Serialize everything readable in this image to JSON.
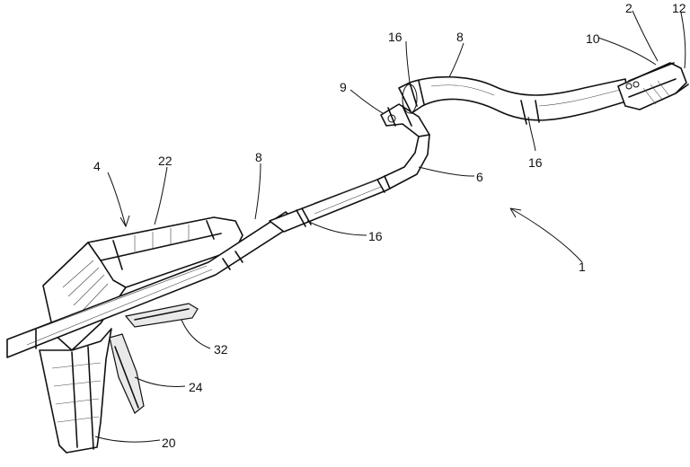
{
  "figure": {
    "reference_numerals": {
      "instrument": "1",
      "jaw_end": "2",
      "handle_assembly": "4",
      "shaft_segment": "6",
      "sheath_upper": "8",
      "sheath_middle": "8",
      "joint": "9",
      "jaw_body": "10",
      "jaw_tip": "12",
      "collar_upper_left": "16",
      "collar_upper_right": "16",
      "collar_lower": "16",
      "grip": "20",
      "housing_top": "22",
      "trigger": "24",
      "lever": "32"
    }
  }
}
